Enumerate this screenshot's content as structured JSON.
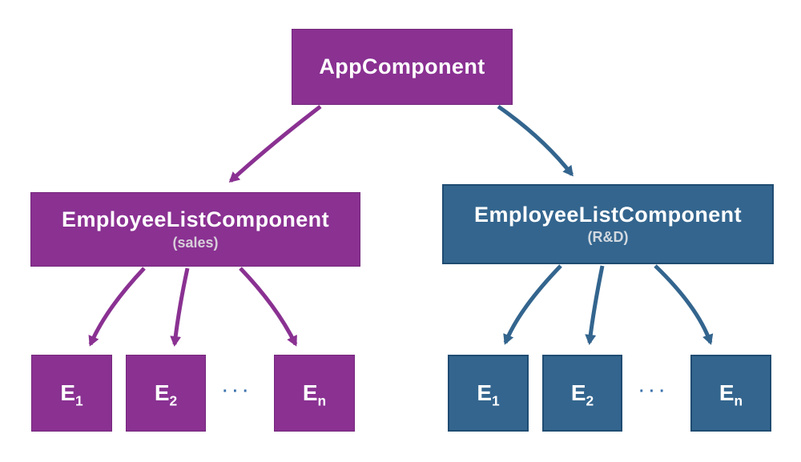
{
  "diagram": {
    "root": {
      "label": "AppComponent"
    },
    "groups": [
      {
        "id": "sales",
        "label": "EmployeeListComponent",
        "sublabel": "(sales)"
      },
      {
        "id": "rnd",
        "label": "EmployeeListComponent",
        "sublabel": "(R&D)"
      }
    ],
    "employees": [
      {
        "base": "E",
        "sub": "1"
      },
      {
        "base": "E",
        "sub": "2"
      },
      {
        "base": "E",
        "sub": "n"
      }
    ],
    "ellipsis": "···",
    "colors": {
      "purple": "#8A3192",
      "purple_border": "#74277C",
      "blue": "#33658E",
      "blue_border": "#1F4C72",
      "ellipsis_dots": "#3A71AD",
      "node_text": "#FFFFFF",
      "sales_subtext": "#D8CEDA",
      "rnd_subtext": "#D2D9E0",
      "background": "#FFFFFF"
    }
  }
}
